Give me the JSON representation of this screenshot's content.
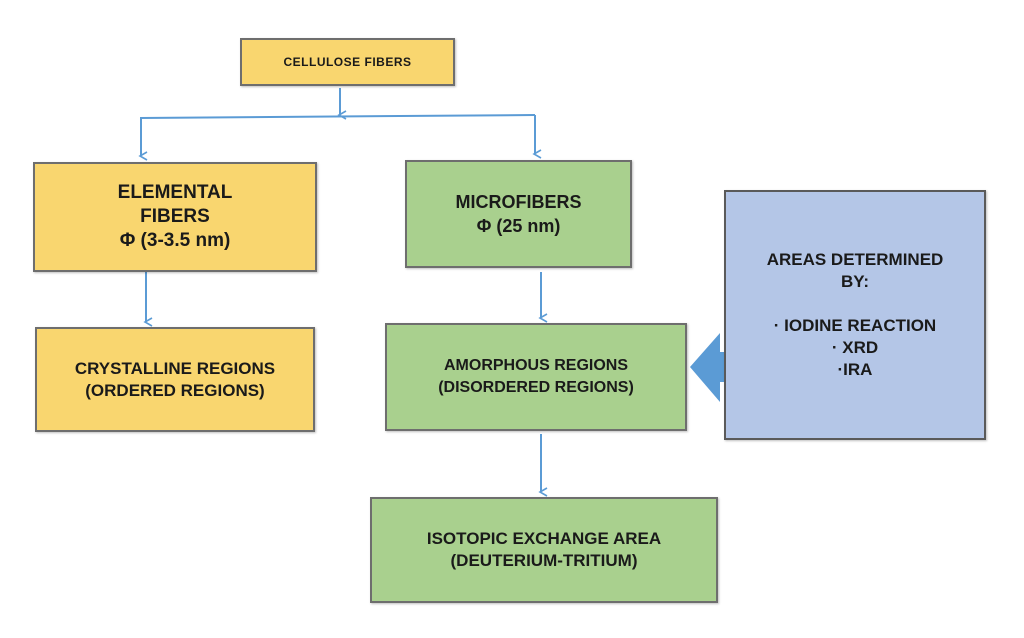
{
  "diagram": {
    "root": {
      "label": "CELLULOSE FIBERS"
    },
    "elemental": {
      "line1": "ELEMENTAL",
      "line2": "FIBERS",
      "line3": "Φ (3-3.5 nm)"
    },
    "crystalline": {
      "line1": "CRYSTALLINE REGIONS",
      "line2": "(ORDERED REGIONS)"
    },
    "microfibers": {
      "line1": "MICROFIBERS",
      "line2": "Φ (25 nm)"
    },
    "amorphous": {
      "line1": "AMORPHOUS REGIONS",
      "line2": "(DISORDERED REGIONS)"
    },
    "isotopic": {
      "line1": "ISOTOPIC EXCHANGE AREA",
      "line2": "(DEUTERIUM-TRITIUM)"
    },
    "methods": {
      "title1": "AREAS DETERMINED",
      "title2": "BY:",
      "items": [
        "· IODINE REACTION",
        "· XRD",
        "·IRA"
      ]
    }
  },
  "colors": {
    "yellow_fill": "#f9d66f",
    "green_fill": "#a9d08e",
    "blue_fill": "#b4c6e7",
    "connector": "#5b9bd5"
  }
}
